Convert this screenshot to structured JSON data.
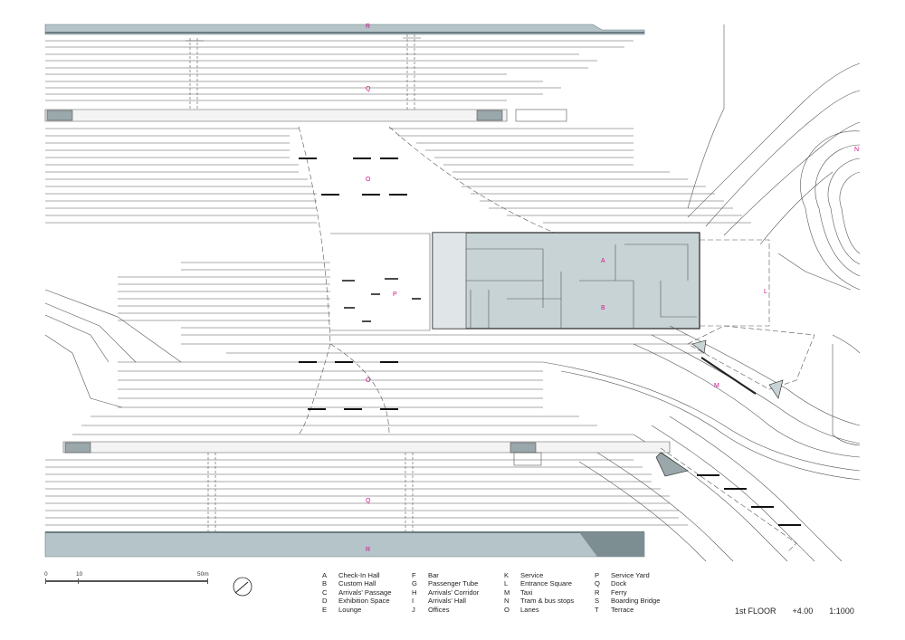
{
  "zones": {
    "r_top": "R",
    "q_top": "Q",
    "o_top": "O",
    "n": "N",
    "a": "A",
    "b": "B",
    "p": "P",
    "l": "L",
    "o_bottom": "O",
    "m": "M",
    "q_bottom": "Q",
    "r_bottom": "R"
  },
  "scale": {
    "t0": "0",
    "t10": "10",
    "t50": "50m"
  },
  "legend": {
    "col1": [
      {
        "key": "A",
        "label": "Check-In Hall"
      },
      {
        "key": "B",
        "label": "Custom Hall"
      },
      {
        "key": "C",
        "label": "Arrivals' Passage"
      },
      {
        "key": "D",
        "label": "Exhibition Space"
      },
      {
        "key": "E",
        "label": "Lounge"
      }
    ],
    "col2": [
      {
        "key": "F",
        "label": "Bar"
      },
      {
        "key": "G",
        "label": "Passenger Tube"
      },
      {
        "key": "H",
        "label": "Arrivals' Corridor"
      },
      {
        "key": "I",
        "label": "Arrivals' Hall"
      },
      {
        "key": "J",
        "label": "Offices"
      }
    ],
    "col3": [
      {
        "key": "K",
        "label": "Service"
      },
      {
        "key": "L",
        "label": "Entrance Square"
      },
      {
        "key": "M",
        "label": "Taxi"
      },
      {
        "key": "N",
        "label": "Tram & bus stops"
      },
      {
        "key": "O",
        "label": "Lanes"
      }
    ],
    "col4": [
      {
        "key": "P",
        "label": "Service Yard"
      },
      {
        "key": "Q",
        "label": "Dock"
      },
      {
        "key": "R",
        "label": "Ferry"
      },
      {
        "key": "S",
        "label": "Boarding Bridge"
      },
      {
        "key": "T",
        "label": "Terrace"
      }
    ]
  },
  "title": {
    "floor": "1st FLOOR",
    "level": "+4.00",
    "scale": "1:1000"
  },
  "colors": {
    "building_fill": "#c8d3d6",
    "water": "#b5c4c8",
    "water_dark": "#7d8e93",
    "line": "#333333",
    "label": "#d0148a"
  }
}
